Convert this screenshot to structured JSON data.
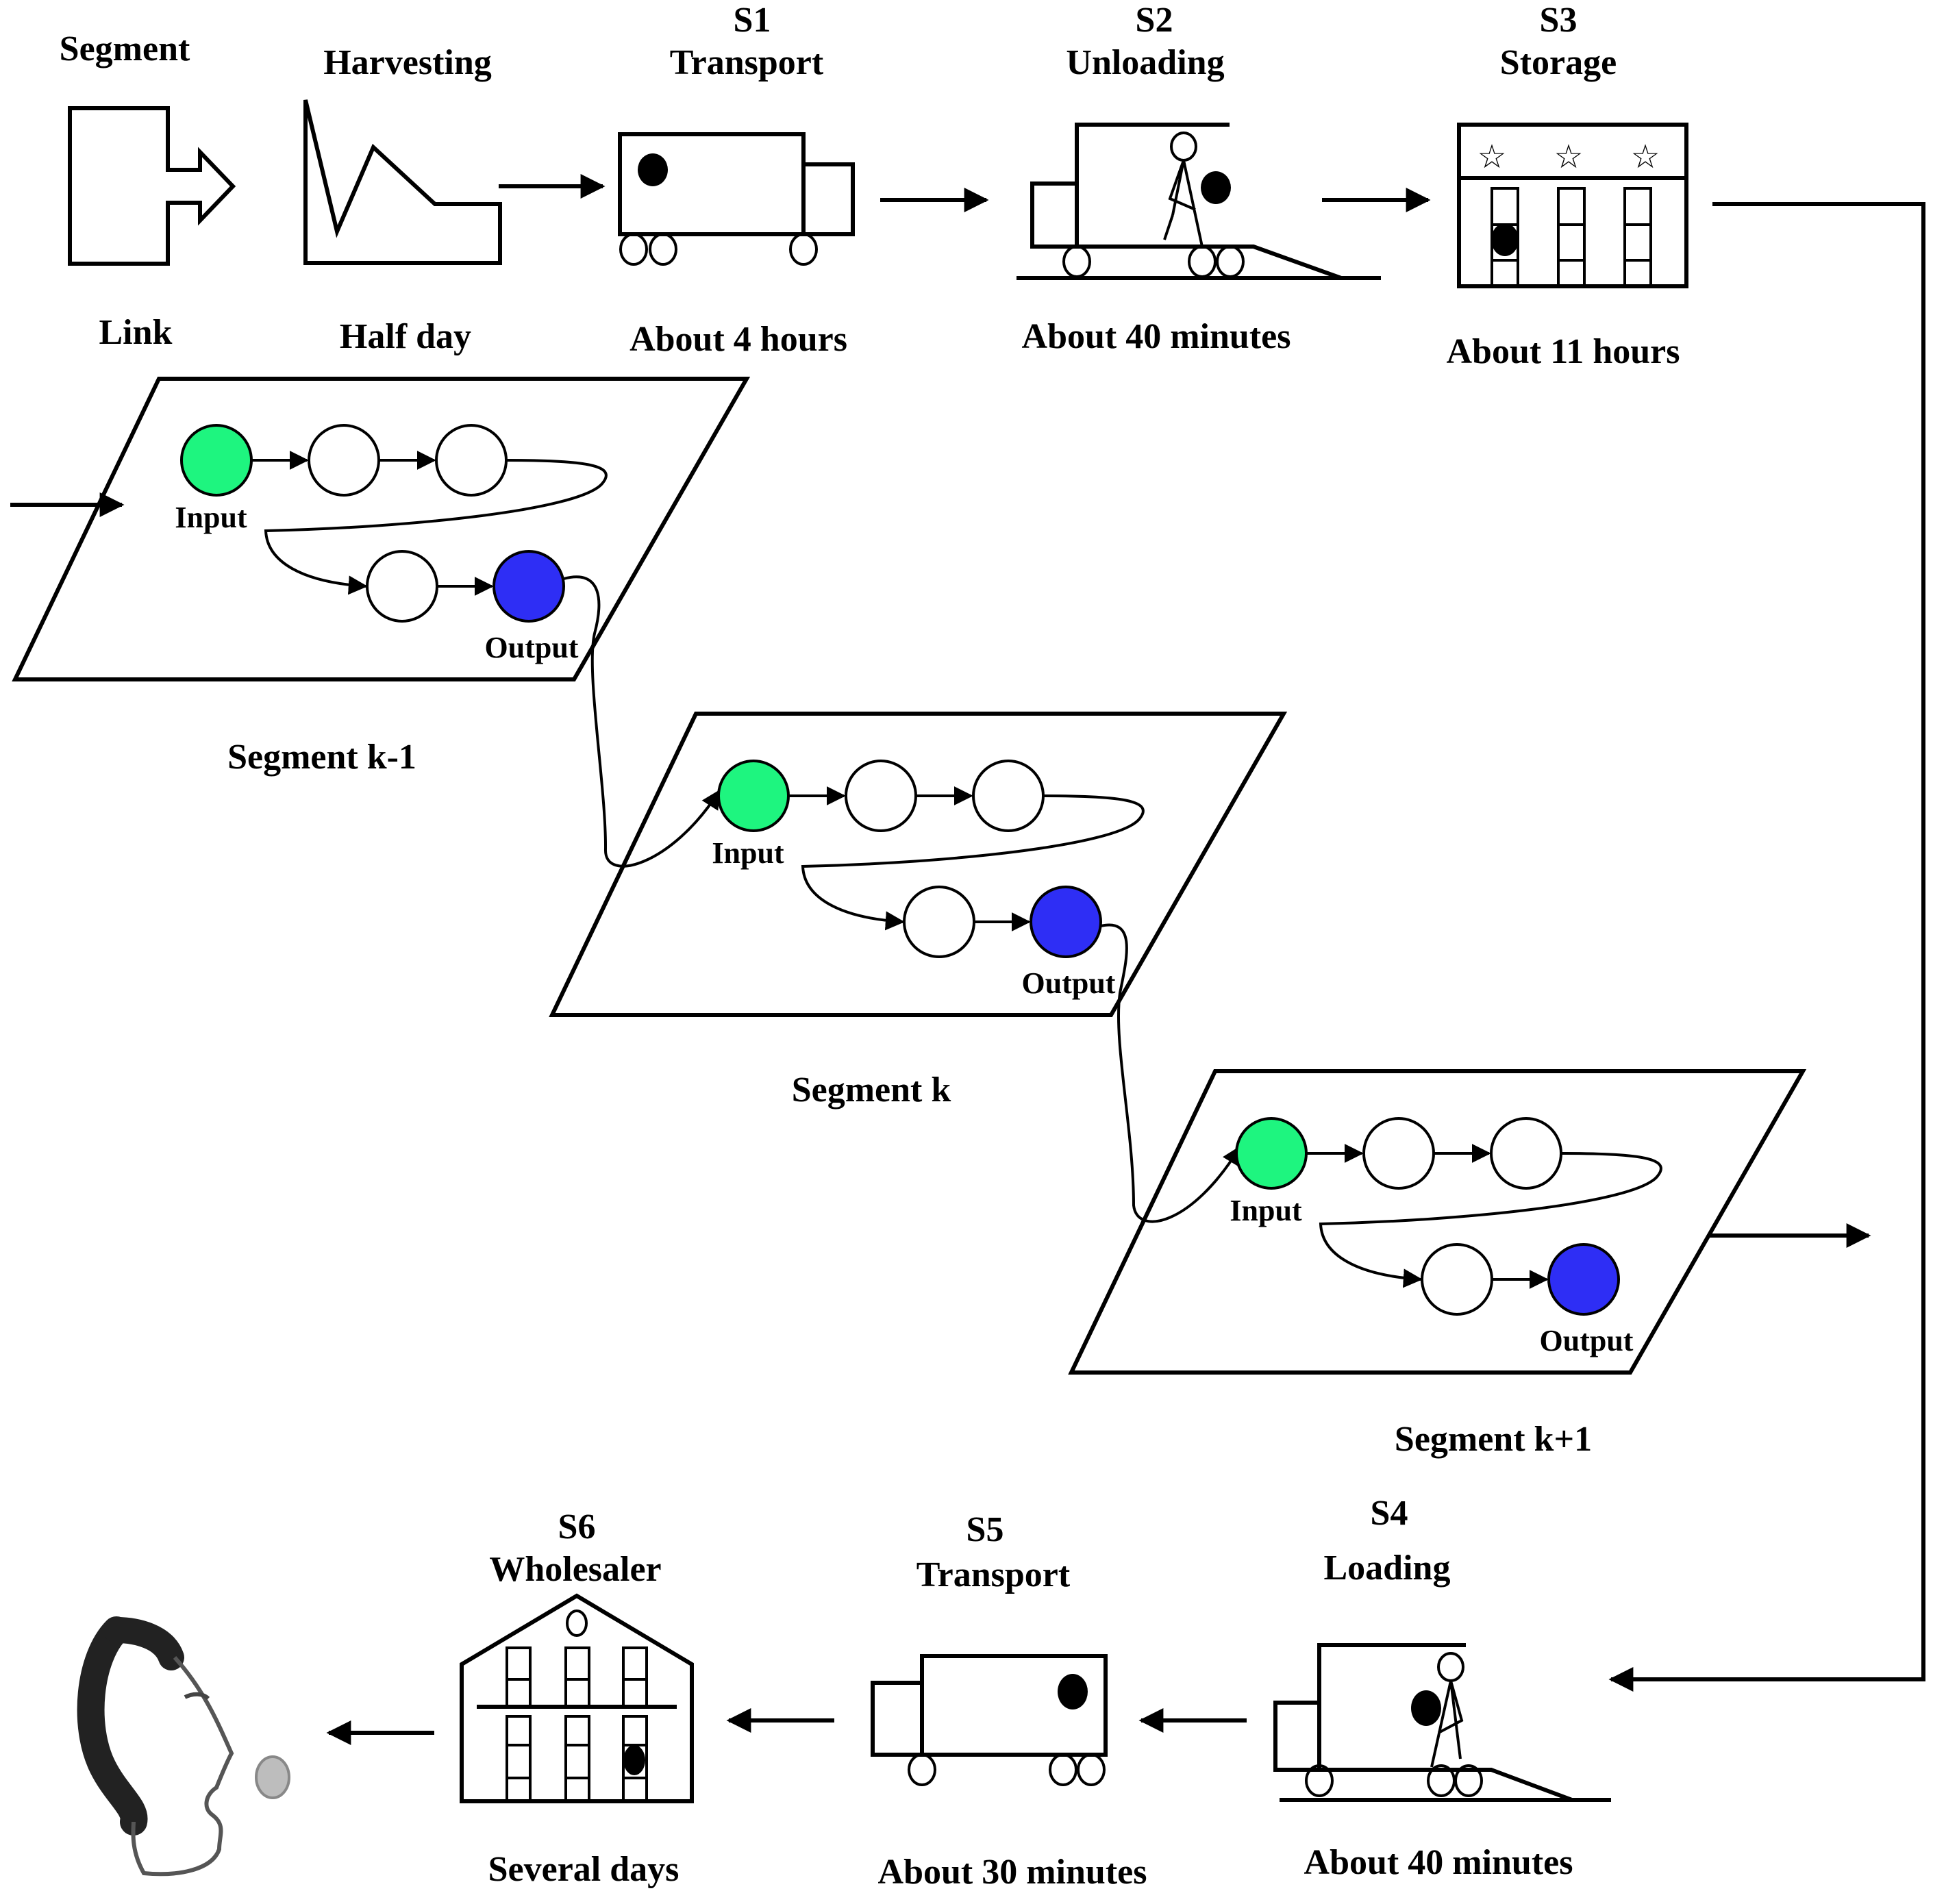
{
  "legend": {
    "top_label": "Segment",
    "bottom_label": "Link"
  },
  "stages_top": [
    {
      "id": "harvesting",
      "code": "",
      "name": "Harvesting",
      "duration": "Half day",
      "icon": "harvest-field-icon"
    },
    {
      "id": "s1",
      "code": "S1",
      "name": "Transport",
      "duration": "About 4 hours",
      "icon": "truck-icon"
    },
    {
      "id": "s2",
      "code": "S2",
      "name": "Unloading",
      "duration": "About 40 minutes",
      "icon": "unloading-truck-icon"
    },
    {
      "id": "s3",
      "code": "S3",
      "name": "Storage",
      "duration": "About 11 hours",
      "icon": "storage-warehouse-icon"
    }
  ],
  "stages_bottom": [
    {
      "id": "s4",
      "code": "S4",
      "name": "Loading",
      "duration": "About 40 minutes",
      "icon": "loading-truck-icon"
    },
    {
      "id": "s5",
      "code": "S5",
      "name": "Transport",
      "duration": "About 30 minutes",
      "icon": "truck-icon"
    },
    {
      "id": "s6",
      "code": "S6",
      "name": "Wholesaler",
      "duration": "Several days",
      "icon": "wholesaler-building-icon"
    }
  ],
  "consumer": {
    "icon": "consumer-face-icon"
  },
  "segments": [
    {
      "label": "Segment k-1",
      "input_label": "Input",
      "output_label": "Output"
    },
    {
      "label": "Segment k",
      "input_label": "Input",
      "output_label": "Output"
    },
    {
      "label": "Segment k+1",
      "input_label": "Input",
      "output_label": "Output"
    }
  ],
  "colors": {
    "input_node": "#1EF57F",
    "output_node": "#2E2EF5",
    "consumer_mouth": "#BDBDBD"
  }
}
